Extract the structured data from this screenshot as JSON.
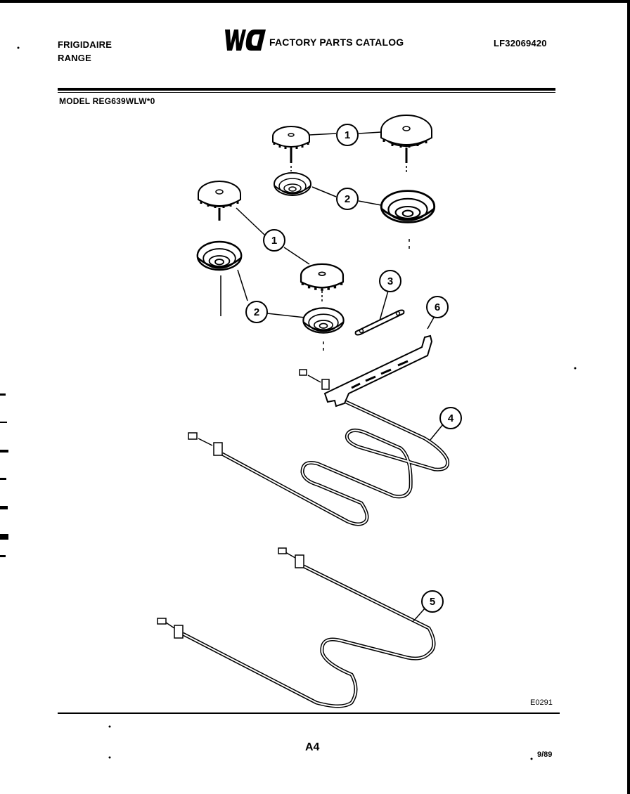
{
  "header": {
    "brand_line1": "FRIGIDAIRE",
    "brand_line2": "RANGE",
    "catalog_title": "FACTORY PARTS CATALOG",
    "logo_text": "WCI",
    "part_number": "LF32069420"
  },
  "model": "MODEL REG639WLW*0",
  "figure_code": "E0291",
  "page_label": "A4",
  "date_code": "9/89",
  "callouts": {
    "c1a": "1",
    "c2a": "2",
    "c1b": "1",
    "c2b": "2",
    "c3": "3",
    "c6": "6",
    "c4": "4",
    "c5": "5"
  },
  "colors": {
    "ink": "#000000",
    "paper": "#ffffff"
  }
}
